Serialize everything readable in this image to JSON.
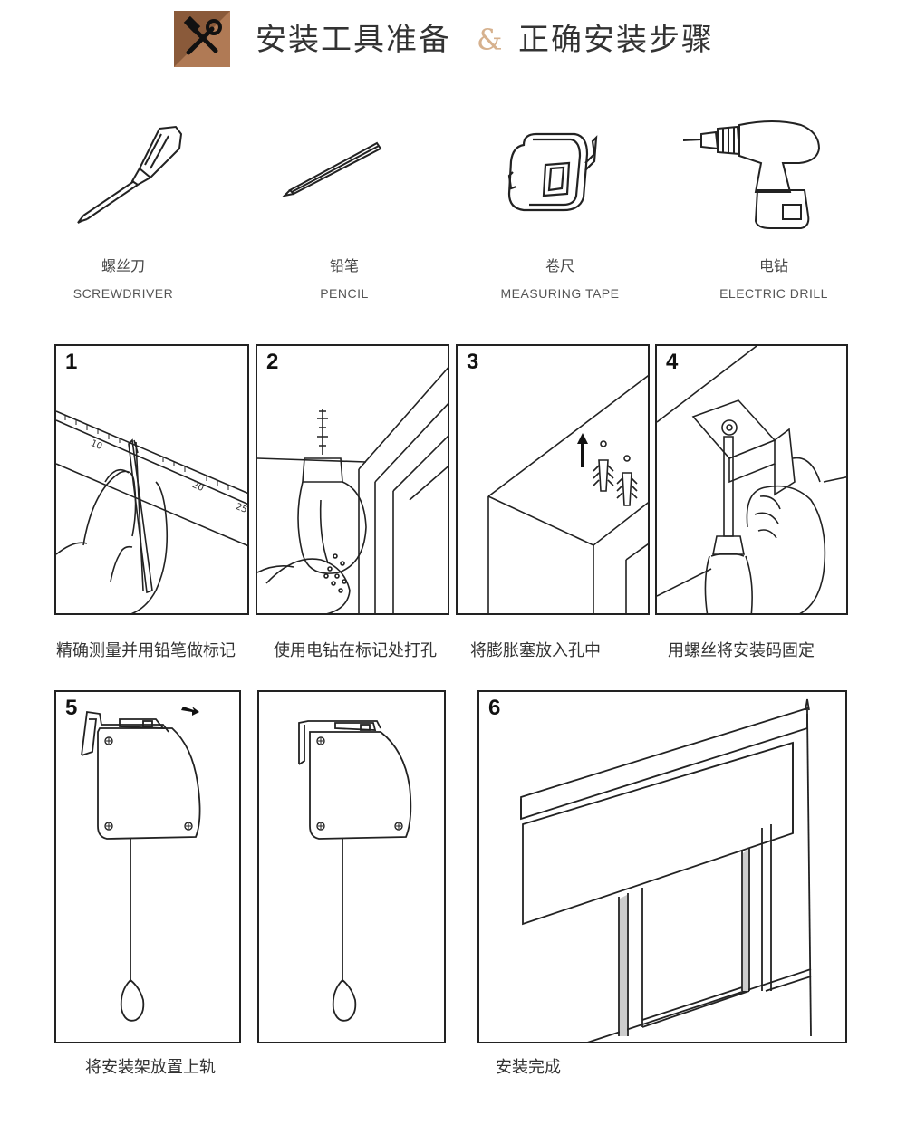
{
  "header": {
    "title_left": "安装工具准备",
    "ampersand": "&",
    "title_right": "正确安装步骤",
    "icon": "hammer-wrench-icon",
    "colors": {
      "icon_bg": "#b07a55",
      "icon_bg_dark": "#8a5a3a",
      "ampersand": "#d6b18e"
    }
  },
  "tools": [
    {
      "cn": "螺丝刀",
      "en": "SCREWDRIVER",
      "icon": "screwdriver-illustration"
    },
    {
      "cn": "铅笔",
      "en": "PENCIL",
      "icon": "pencil-illustration"
    },
    {
      "cn": "卷尺",
      "en": "MEASURING TAPE",
      "icon": "measuring-tape-illustration"
    },
    {
      "cn": "电钻",
      "en": "ELECTRIC DRILL",
      "icon": "electric-drill-illustration"
    }
  ],
  "steps": [
    {
      "num": "1",
      "caption": "精确测量并用铅笔做标记",
      "ruler_labels": [
        "10",
        "20",
        "25"
      ]
    },
    {
      "num": "2",
      "caption": "使用电钻在标记处打孔"
    },
    {
      "num": "3",
      "caption": "将膨胀塞放入孔中"
    },
    {
      "num": "4",
      "caption": "用螺丝将安装码固定"
    },
    {
      "num": "5",
      "caption": "将安装架放置上轨"
    },
    {
      "num": "6",
      "caption": "安装完成"
    }
  ]
}
